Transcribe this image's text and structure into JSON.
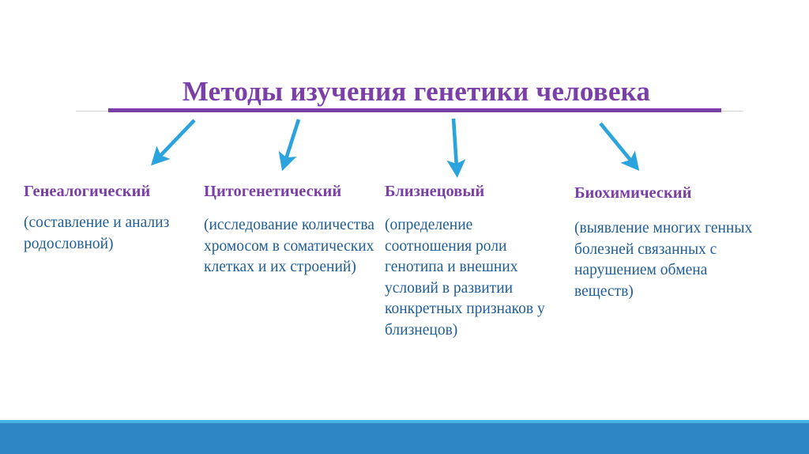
{
  "slide": {
    "title": "Методы изучения генетики человека",
    "colors": {
      "title_purple": "#7B3FA8",
      "heading_purple": "#7B3FA8",
      "body_blue": "#1F5E96",
      "arrow_blue": "#2BA3DC",
      "footer_blue": "#2E86C4",
      "footer_light_blue": "#47B4E3",
      "rule_gray": "#D6D6D6",
      "background": "#FFFFFF"
    },
    "columns": [
      {
        "heading": "Генеалогический",
        "body": "(составление и анализ родословной)",
        "arrow": "arrow-down-left-icon"
      },
      {
        "heading": "Цитогенетический",
        "body": "(исследование количества хромосом в соматических клетках и их строений)",
        "arrow": "arrow-down-icon"
      },
      {
        "heading": "Близнецовый",
        "body": "(определение соотношения роли генотипа и внешних условий в развитии конкретных признаков у близнецов)",
        "arrow": "arrow-down-icon"
      },
      {
        "heading": "Биохимический",
        "body": "(выявление многих генных болезней связанных с нарушением обмена веществ)",
        "arrow": "arrow-down-right-icon"
      }
    ]
  }
}
